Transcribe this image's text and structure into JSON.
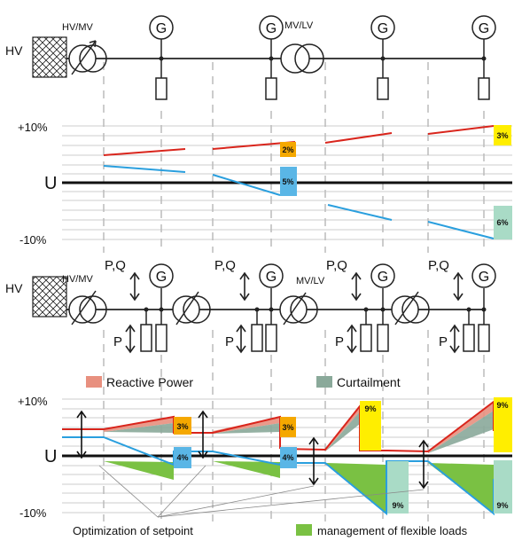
{
  "colors": {
    "reactive": "#e8907f",
    "curtail": "#8aa99a",
    "flex": "#7ac143",
    "redline": "#d9251c",
    "blueline": "#2a9fde",
    "yellow": "#ffee00",
    "orange": "#f5a800",
    "bluebox": "#5ab6e6",
    "greenbox": "#a9dbc6"
  },
  "top": {
    "hv_label": "HV",
    "hvmv_label": "HV/MV",
    "mvlv_label": "MV/LV",
    "gen_symbol": "G"
  },
  "chart1": {
    "plus10": "+10%",
    "u": "U",
    "minus10": "-10%",
    "tags": [
      "2%",
      "5%",
      "3%",
      "6%"
    ]
  },
  "middle": {
    "hv_label": "HV",
    "hvmv_label": "HV/MV",
    "mvlv_label": "MV/LV",
    "pq_label": "P,Q",
    "p_label": "P",
    "gen_symbol": "G"
  },
  "legend": {
    "reactive": "Reactive Power",
    "curtail": "Curtailment",
    "optimization": "Optimization of setpoint",
    "flex": "management of flexible loads"
  },
  "chart2": {
    "plus10": "+10%",
    "u": "U",
    "minus10": "-10%",
    "tags": [
      "3%",
      "4%",
      "3%",
      "4%",
      "9%",
      "9%",
      "9%",
      "9%"
    ]
  }
}
